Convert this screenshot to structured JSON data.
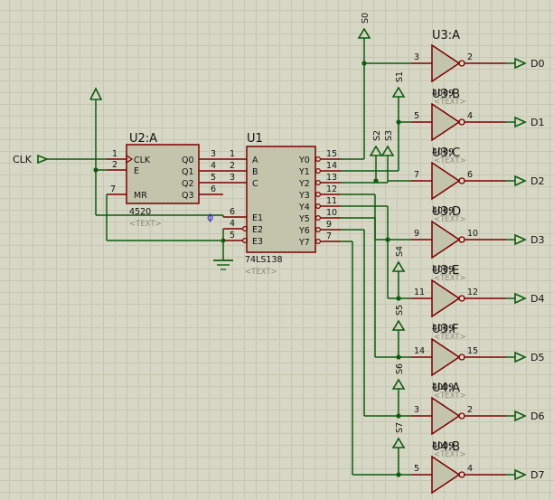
{
  "inputs": {
    "clk": "CLK",
    "sources": [
      "S0",
      "S1",
      "S2",
      "S3",
      "S4",
      "S5",
      "S6",
      "S7"
    ]
  },
  "u2": {
    "ref": "U2:A",
    "part": "4520",
    "text": "<TEXT>",
    "pins_left": [
      {
        "name": "CLK",
        "num": "1"
      },
      {
        "name": "E",
        "num": "2"
      },
      {
        "name": "MR",
        "num": "7"
      }
    ],
    "pins_right": [
      {
        "name": "Q0",
        "num": "3"
      },
      {
        "name": "Q1",
        "num": "4"
      },
      {
        "name": "Q2",
        "num": "5"
      },
      {
        "name": "Q3",
        "num": "6"
      }
    ]
  },
  "u1": {
    "ref": "U1",
    "part": "74LS138",
    "text": "<TEXT>",
    "pins_left": [
      {
        "name": "A",
        "num": "1"
      },
      {
        "name": "B",
        "num": "2"
      },
      {
        "name": "C",
        "num": "3"
      },
      {
        "name": "E1",
        "num": "6"
      },
      {
        "name": "E2",
        "num": "4"
      },
      {
        "name": "E3",
        "num": "5"
      }
    ],
    "pins_right": [
      {
        "name": "Y0",
        "num": "15"
      },
      {
        "name": "Y1",
        "num": "14"
      },
      {
        "name": "Y2",
        "num": "13"
      },
      {
        "name": "Y3",
        "num": "12"
      },
      {
        "name": "Y4",
        "num": "11"
      },
      {
        "name": "Y5",
        "num": "10"
      },
      {
        "name": "Y6",
        "num": "9"
      },
      {
        "name": "Y7",
        "num": "7"
      }
    ]
  },
  "gates": [
    {
      "ref": "U3:A",
      "in": "3",
      "out": "2",
      "part": "4009",
      "text": "<TEXT>",
      "net": "D0"
    },
    {
      "ref": "U3:B",
      "in": "5",
      "out": "4",
      "part": "4009",
      "text": "<TEXT>",
      "net": "D1"
    },
    {
      "ref": "U3:C",
      "in": "7",
      "out": "6",
      "part": "4009",
      "text": "<TEXT>",
      "net": "D2"
    },
    {
      "ref": "U3:D",
      "in": "9",
      "out": "10",
      "part": "4009",
      "text": "<TEXT>",
      "net": "D3"
    },
    {
      "ref": "U3:E",
      "in": "11",
      "out": "12",
      "part": "4009",
      "text": "<TEXT>",
      "net": "D4"
    },
    {
      "ref": "U3:F",
      "in": "14",
      "out": "15",
      "part": "4009",
      "text": "<TEXT>",
      "net": "D5"
    },
    {
      "ref": "U4:A",
      "in": "3",
      "out": "2",
      "part": "4009",
      "text": "<TEXT>",
      "net": "D6"
    },
    {
      "ref": "U4:B",
      "in": "5",
      "out": "4",
      "part": "4009",
      "text": "<TEXT>",
      "net": "D7"
    }
  ]
}
